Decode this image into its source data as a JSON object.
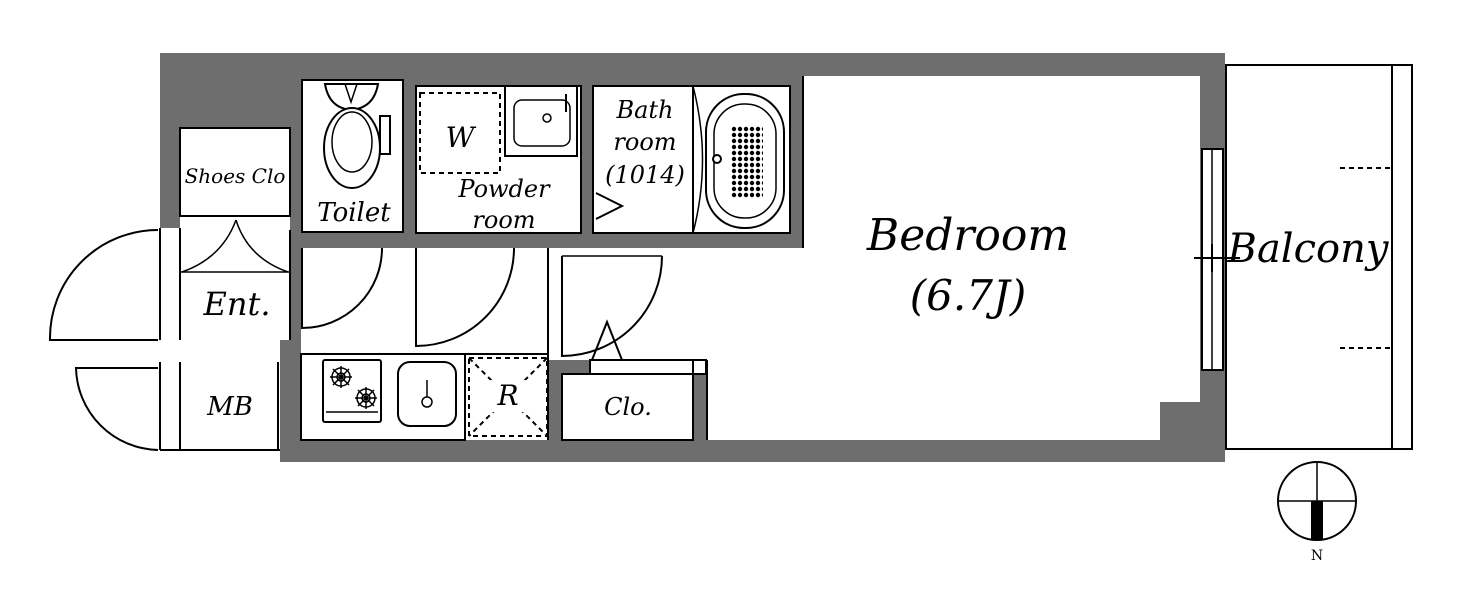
{
  "rooms": {
    "shoes": "Shoes Clo",
    "toilet": "Toilet",
    "washer": "W",
    "powder_line1": "Powder",
    "powder_line2": "room",
    "bath_line1": "Bath",
    "bath_line2": "room",
    "bath_line3": "(1014)",
    "bedroom": "Bedroom",
    "bedroom_size": "(6.7J)",
    "balcony": "Balcony",
    "entrance": "Ent.",
    "meter_box": "MB",
    "fridge": "R",
    "closet": "Clo."
  },
  "compass": {
    "north": "N"
  },
  "colors": {
    "wall": "#6e6e6e",
    "line": "#000000",
    "floor": "#ffffff"
  }
}
